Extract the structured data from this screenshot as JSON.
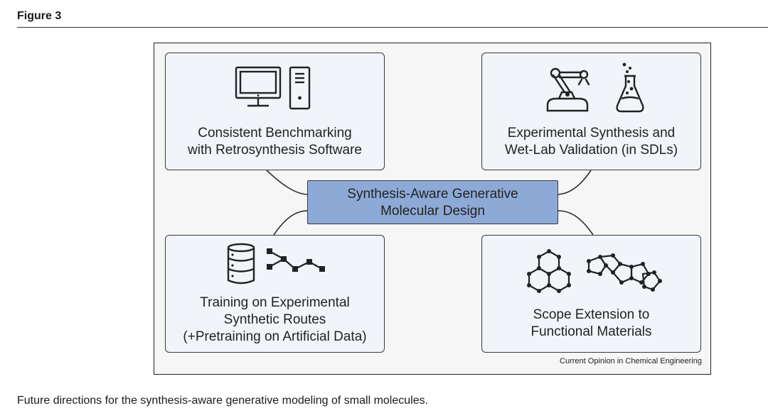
{
  "figure_label": "Figure 3",
  "caption": "Future directions for the synthesis-aware generative modeling of small molecules.",
  "diagram": {
    "center": {
      "line1": "Synthesis-Aware Generative",
      "line2": "Molecular Design"
    },
    "boxes": {
      "top_left": {
        "line1": "Consistent Benchmarking",
        "line2": "with Retrosynthesis Software",
        "icons": [
          "computer-monitor-icon",
          "computer-tower-icon"
        ]
      },
      "top_right": {
        "line1": "Experimental Synthesis and",
        "line2": "Wet-Lab Validation (in SDLs)",
        "icons": [
          "robot-arm-icon",
          "flask-icon"
        ]
      },
      "bottom_left": {
        "line1": "Training on Experimental",
        "line2": "Synthetic Routes",
        "line3": "(+Pretraining on Artificial Data)",
        "icons": [
          "database-icon",
          "synthesis-route-icon"
        ]
      },
      "bottom_right": {
        "line1": "Scope Extension to",
        "line2": "Functional Materials",
        "icons": [
          "polycyclic-molecule-icon",
          "fused-ring-molecule-icon"
        ]
      }
    },
    "credit": "Current Opinion in Chemical Engineering",
    "colors": {
      "center_fill": "#8daad6",
      "box_fill": "#f1f4f8",
      "line": "#2a2a2a"
    }
  }
}
